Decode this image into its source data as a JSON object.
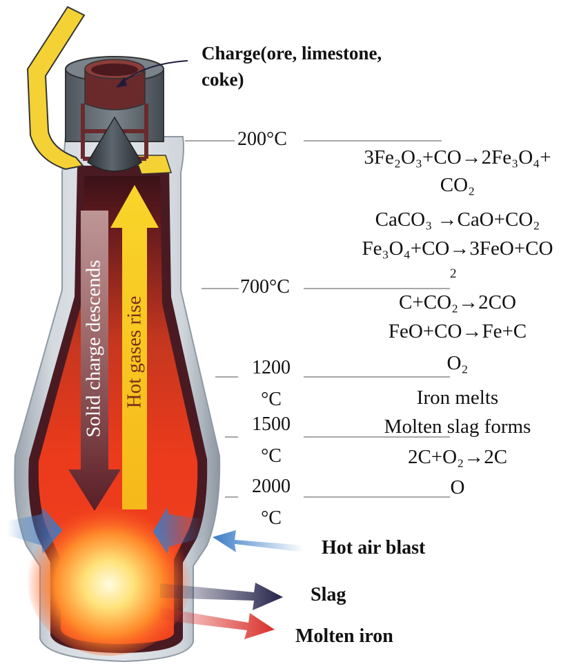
{
  "labels": {
    "charge": "Charge(ore, limestone, coke)",
    "charge_line1": "Charge(ore, limestone,",
    "charge_line2": "coke)",
    "solid_charge": "Solid charge descends",
    "hot_gases": "Hot gases rise",
    "hot_air_blast": "Hot air blast",
    "slag": "Slag",
    "molten_iron": "Molten iron"
  },
  "temperatures": [
    {
      "line1": "200°C",
      "line2": ""
    },
    {
      "line1": "700°C",
      "line2": ""
    },
    {
      "line1": "1200",
      "line2": "°C"
    },
    {
      "line1": "1500",
      "line2": "°C"
    },
    {
      "line1": "2000",
      "line2": "°C"
    }
  ],
  "reactions": {
    "r1_line1": "3Fe₂O₃+CO→2Fe₃O₄+",
    "r1_line2": "CO₂",
    "r2": "CaCO₃ →CaO+CO₂",
    "r3_line1": "Fe₃O₄+CO→3FeO+CO",
    "r3_line2": "2",
    "r4": "C+CO₂→2CO",
    "r5_line1": "FeO+CO→Fe+C",
    "r5_line2": "O₂",
    "r6": "Iron melts",
    "r7": "Molten slag forms",
    "r8_line1": "2C+O₂→2C",
    "r8_line2": "O"
  },
  "colors": {
    "shell": "#c7ced6",
    "lining": "#4a1a22",
    "fire": "#e8301c",
    "hot_gas_arrow": "#f5c21b",
    "charge_arrow": "#6b2a30",
    "air_blast": "#3d7fc9",
    "slag_arrow": "#2c2a55",
    "iron_arrow": "#d9302a",
    "feed_pipe": "#f4d235"
  },
  "icons": [
    "feed-pipe-icon",
    "hopper-icon",
    "cone-icon",
    "air-blast-arrow-icon",
    "slag-arrow-icon",
    "molten-iron-arrow-icon"
  ]
}
